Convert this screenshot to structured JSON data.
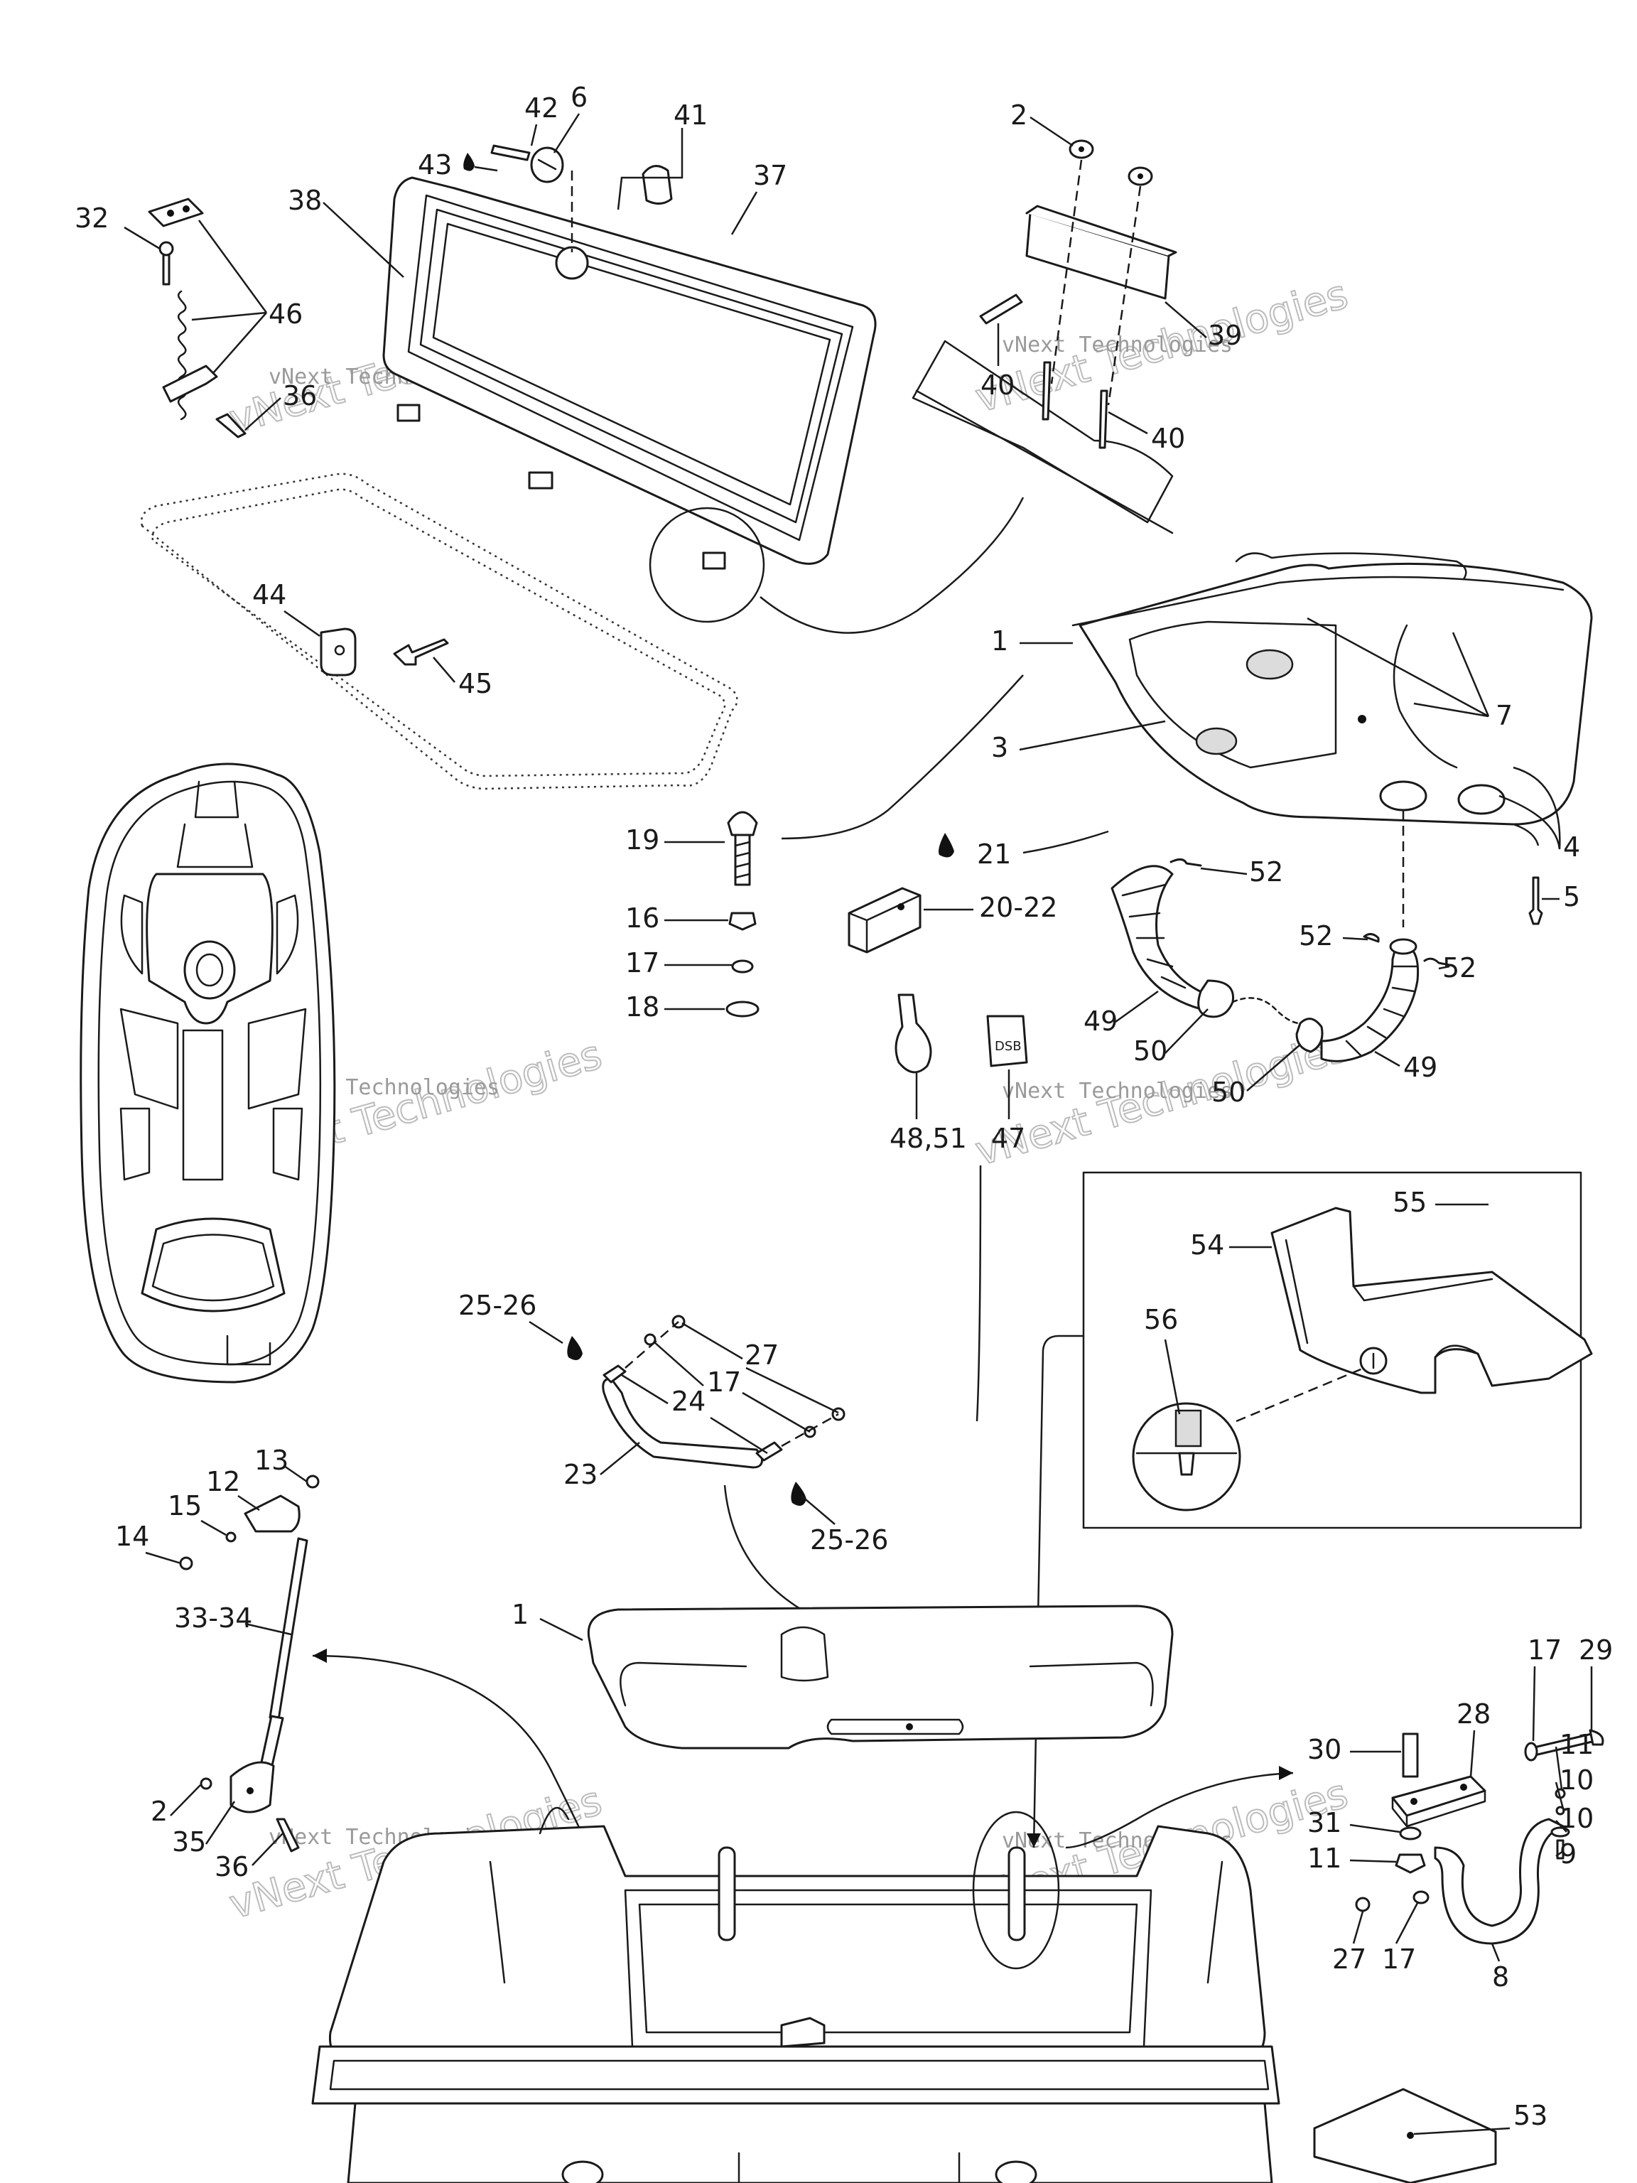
{
  "callouts": {
    "c1_top": "1",
    "c1_bottom": "1",
    "c2_top": "2",
    "c2_bottom": "2",
    "c3": "3",
    "c4": "4",
    "c5": "5",
    "c6": "6",
    "c7": "7",
    "c8": "8",
    "c9": "9",
    "c10_a": "10",
    "c10_b": "10",
    "c11_a": "11",
    "c11_b": "11",
    "c12": "12",
    "c13": "13",
    "c14": "14",
    "c15": "15",
    "c16": "16",
    "c17_a": "17",
    "c17_b": "17",
    "c17_c": "17",
    "c17_d": "17",
    "c18": "18",
    "c19": "19",
    "c20_22": "20-22",
    "c21": "21",
    "c23": "23",
    "c24": "24",
    "c25_26_a": "25-26",
    "c25_26_b": "25-26",
    "c27_a": "27",
    "c27_b": "27",
    "c28": "28",
    "c29": "29",
    "c30": "30",
    "c31": "31",
    "c32": "32",
    "c33_34": "33-34",
    "c35": "35",
    "c36_a": "36",
    "c36_b": "36",
    "c37": "37",
    "c38": "38",
    "c39": "39",
    "c40_a": "40",
    "c40_b": "40",
    "c41": "41",
    "c42": "42",
    "c43": "43",
    "c44": "44",
    "c45": "45",
    "c46": "46",
    "c47": "47",
    "c48_51": "48,51",
    "c49_a": "49",
    "c49_b": "49",
    "c50_a": "50",
    "c50_b": "50",
    "c52_a": "52",
    "c52_b": "52",
    "c52_c": "52",
    "c53": "53",
    "c54": "54",
    "c55": "55",
    "c56": "56"
  },
  "watermark": {
    "logo_text": "vNext Technologies",
    "caption": "vNext Technologies"
  },
  "icons": {
    "drop": "oil-drop-icon",
    "sticker_label": "DSB"
  }
}
